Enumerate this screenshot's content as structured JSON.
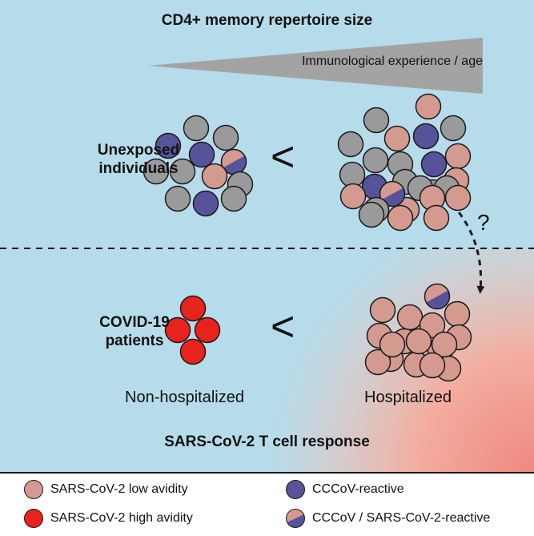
{
  "title": "CD4+ memory repertoire size",
  "age_label": "Immunological experience / age",
  "rows": {
    "unexposed": "Unexposed\nindividuals",
    "covid": "COVID-19\npatients"
  },
  "comparison_symbol": "<",
  "question_mark": "?",
  "captions": {
    "non_hospitalized": "Non-hospitalized",
    "hospitalized": "Hospitalized"
  },
  "response_title": "SARS-CoV-2 T cell response",
  "legend": {
    "low_avidity": "SARS-CoV-2 low avidity",
    "high_avidity": "SARS-CoV-2 high avidity",
    "cccov": "CCCoV-reactive",
    "cross": "CCCoV / SARS-CoV-2-reactive"
  },
  "colors": {
    "background_top": "#b6dbea",
    "background_bottom": "#b6dbea",
    "gradient_warm": "#f08880",
    "gray": "#9a9a9a",
    "low_avidity": "#d49a90",
    "high_avidity": "#e8231c",
    "cccov": "#57539b",
    "outline": "#1a1a1a"
  },
  "clusters": {
    "unexposed_small": [
      "gray",
      "gray",
      "cccov",
      "cccov",
      "cross",
      "gray",
      "gray",
      "low",
      "gray",
      "gray",
      "cccov",
      "gray"
    ],
    "unexposed_large": [
      "low",
      "gray",
      "cccov",
      "gray",
      "gray",
      "low",
      "gray",
      "gray",
      "low",
      "gray",
      "cccov",
      "gray",
      "cccov",
      "low",
      "gray",
      "low",
      "cross",
      "gray",
      "gray",
      "low",
      "gray",
      "low",
      "low",
      "gray",
      "low",
      "low"
    ],
    "covid_nonhosp": [
      "high",
      "high",
      "high",
      "high",
      "high"
    ],
    "covid_hosp": [
      "low",
      "cross",
      "low",
      "low",
      "low",
      "low",
      "low",
      "low",
      "low",
      "low",
      "low",
      "low",
      "low",
      "low",
      "low",
      "low",
      "low"
    ]
  }
}
